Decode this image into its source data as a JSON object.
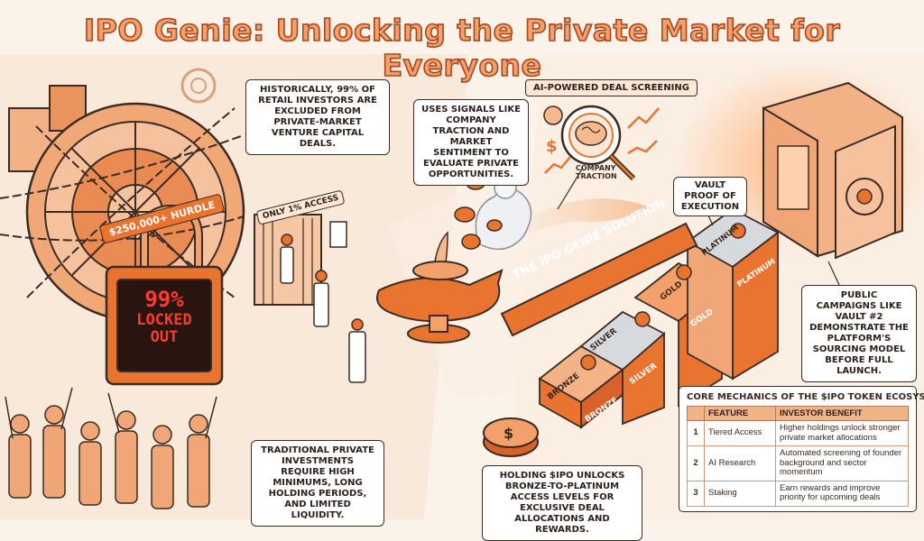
{
  "title": "IPO Genie: Unlocking the Private Market for Everyone",
  "callouts": {
    "historical": "Historically, 99% of retail investors are excluded from private-market venture capital deals.",
    "signals": "Uses signals like company traction and market sentiment to evaluate private opportunities.",
    "traditional": "Traditional private investments require high minimums, long holding periods, and limited liquidity.",
    "holding": "Holding $IPO unlocks Bronze-to-Platinum access levels for exclusive deal allocations and rewards.",
    "campaigns": "Public campaigns like Vault #2 demonstrate the platform's sourcing model before full launch."
  },
  "badges": {
    "hurdle": "$250,000+ Hurdle",
    "access": "Only 1% Access",
    "screening": "AI-Powered Deal Screening",
    "vault_proof": "Vault Proof of Execution",
    "solution": "The IPO Genie Solution",
    "company_traction": "Company Traction"
  },
  "lock_display": {
    "line1": "99%",
    "line2": "Locked",
    "line3": "Out"
  },
  "tiers": {
    "bronze": "Bronze",
    "silver": "Silver",
    "gold": "Gold",
    "platinum": "Platinum"
  },
  "mechanics": {
    "title": "Core Mechanics of the $IPO Token Ecosystem",
    "headers": [
      "Feature",
      "Investor Benefit"
    ],
    "rows": [
      {
        "num": "1",
        "feature": "Tiered Access",
        "benefit": "Higher holdings unlock stronger private market allocations"
      },
      {
        "num": "2",
        "feature": "AI Research",
        "benefit": "Automated screening of founder background and sector momentum"
      },
      {
        "num": "3",
        "feature": "Staking",
        "benefit": "Earn rewards and improve priority for upcoming deals"
      }
    ]
  },
  "colors": {
    "accent": "#e8742f",
    "accent_light": "#f6b98e",
    "outline": "#3b2b23",
    "lock_red": "#ff3b2f",
    "background": "#fbf3ea"
  },
  "icons": [
    "vault-icon",
    "lock-icon",
    "genie-icon",
    "lamp-icon",
    "brain-icon",
    "magnifier-icon",
    "coin-icon",
    "safe-icon",
    "gear-icon",
    "chart-icon"
  ]
}
